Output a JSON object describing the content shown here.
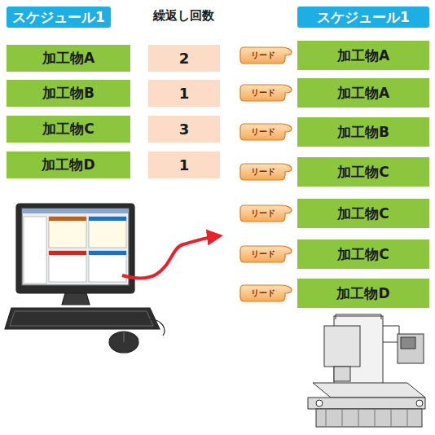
{
  "diagram": {
    "nodes": [
      {
        "text": [
          "スケジュール1"
        ]
      },
      {
        "text": [
          "加工物A"
        ]
      },
      {
        "text": [
          "2"
        ]
      },
      {
        "text": [
          "加工物B"
        ]
      },
      {
        "text": [
          "1"
        ]
      },
      {
        "text": [
          "加工物C"
        ]
      },
      {
        "text": [
          "3"
        ]
      },
      {
        "text": [
          "加工物D"
        ]
      },
      {
        "text": [
          "1"
        ]
      },
      {
        "text": [
          "スケジュール1"
        ]
      },
      {
        "text": [
          "リード"
        ]
      },
      {
        "text": [
          "加工物A"
        ]
      },
      {
        "text": [
          "リード"
        ]
      },
      {
        "text": [
          "加工物A"
        ]
      },
      {
        "text": [
          "リード"
        ]
      },
      {
        "text": [
          "加工物B"
        ]
      },
      {
        "text": [
          "リード"
        ]
      },
      {
        "text": [
          "加工物C"
        ]
      },
      {
        "text": [
          "リード"
        ]
      },
      {
        "text": [
          "加工物C"
        ]
      },
      {
        "text": [
          "リード"
        ]
      },
      {
        "text": [
          "加工物C"
        ]
      },
      {
        "text": [
          "リード"
        ]
      },
      {
        "text": [
          "加工物D"
        ]
      }
    ],
    "labels": [
      "繰返し回数"
    ]
  }
}
